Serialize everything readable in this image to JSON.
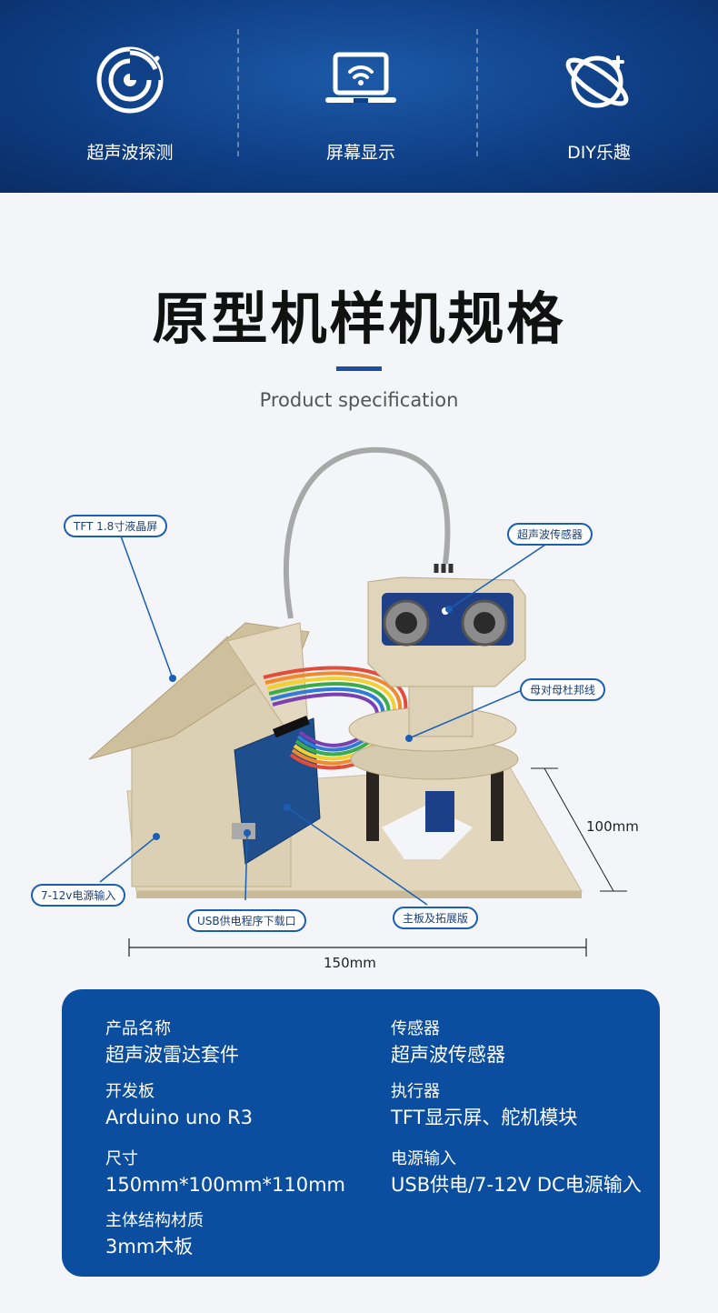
{
  "banner": {
    "features": [
      {
        "icon": "radar-icon",
        "label": "超声波探测"
      },
      {
        "icon": "laptop-wifi-icon",
        "label": "屏幕显示"
      },
      {
        "icon": "planet-icon",
        "label": "DIY乐趣"
      }
    ]
  },
  "heading": {
    "title": "原型机样机规格",
    "subtitle": "Product specification"
  },
  "product": {
    "callouts": {
      "tft": "TFT 1.8寸液晶屏",
      "ultrasonic": "超声波传感器",
      "dupont": "母对母杜邦线",
      "power": "7-12v电源输入",
      "usb": "USB供电程序下载口",
      "board": "主板及拓展版"
    },
    "dimensions": {
      "depth": "100mm",
      "width": "150mm"
    }
  },
  "spec": {
    "items": [
      {
        "key": "产品名称",
        "value": "超声波雷达套件"
      },
      {
        "key": "传感器",
        "value": "超声波传感器"
      },
      {
        "key": "开发板",
        "value": "Arduino uno R3"
      },
      {
        "key": "执行器",
        "value": "TFT显示屏、舵机模块"
      },
      {
        "key": "尺寸",
        "value": "150mm*100mm*110mm"
      },
      {
        "key": "电源输入",
        "value": "USB供电/7-12V DC电源输入"
      },
      {
        "key": "主体结构材质",
        "value": "3mm木板"
      }
    ]
  },
  "colors": {
    "banner": "#0f3f86",
    "accent": "#1a5fb4",
    "card": "#0b4d9e",
    "wood": "#dcd0b4"
  }
}
